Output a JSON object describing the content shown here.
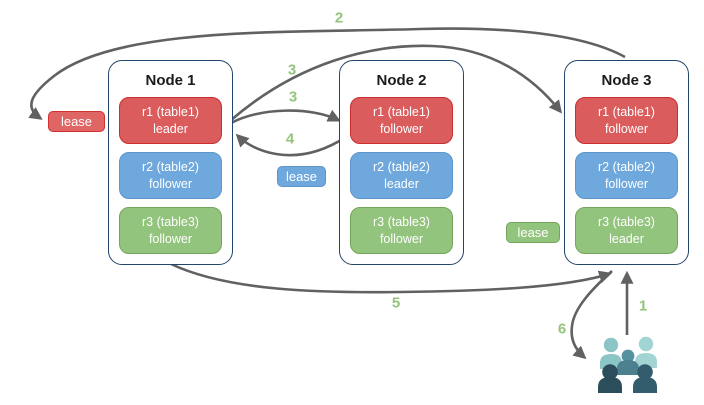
{
  "diagram": {
    "background": "#ffffff",
    "arrow_color": "#616161",
    "step_label_color": "#93c47d",
    "node_border_color": "#24456b"
  },
  "nodes": [
    {
      "title": "Node 1",
      "ranges": [
        {
          "name": "r1 (table1)",
          "role": "leader",
          "color": "#db5c5c",
          "border": "#ca2e2e"
        },
        {
          "name": "r2 (table2)",
          "role": "follower",
          "color": "#6fa8dc",
          "border": "#5d96ca"
        },
        {
          "name": "r3 (table3)",
          "role": "follower",
          "color": "#93c47d",
          "border": "#74a55a"
        }
      ]
    },
    {
      "title": "Node 2",
      "ranges": [
        {
          "name": "r1 (table1)",
          "role": "follower",
          "color": "#db5c5c",
          "border": "#ca2e2e"
        },
        {
          "name": "r2 (table2)",
          "role": "leader",
          "color": "#6fa8dc",
          "border": "#5d96ca"
        },
        {
          "name": "r3 (table3)",
          "role": "follower",
          "color": "#93c47d",
          "border": "#74a55a"
        }
      ]
    },
    {
      "title": "Node 3",
      "ranges": [
        {
          "name": "r1 (table1)",
          "role": "follower",
          "color": "#db5c5c",
          "border": "#ca2e2e"
        },
        {
          "name": "r2 (table2)",
          "role": "follower",
          "color": "#6fa8dc",
          "border": "#5d96ca"
        },
        {
          "name": "r3 (table3)",
          "role": "leader",
          "color": "#93c47d",
          "border": "#74a55a"
        }
      ]
    }
  ],
  "leases": [
    {
      "label": "lease",
      "color": "#e06666"
    },
    {
      "label": "lease",
      "color": "#6fa8dc"
    },
    {
      "label": "lease",
      "color": "#93c47d"
    }
  ],
  "steps": {
    "s1": "1",
    "s2": "2",
    "s3a": "3",
    "s3b": "3",
    "s4": "4",
    "s5": "5",
    "s6": "6"
  },
  "users_icon": {
    "name": "users-group",
    "person_colors": [
      "#8bc5c5",
      "#a3d4d4",
      "#55919f",
      "#4d808f",
      "#2c4d5b",
      "#335c6d"
    ]
  }
}
